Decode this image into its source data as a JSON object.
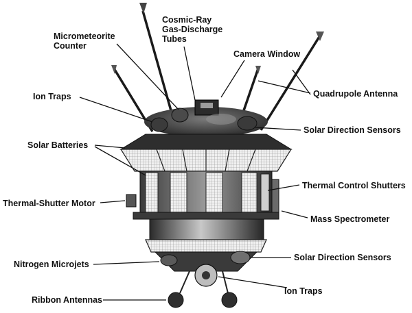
{
  "labels": {
    "cosmic_ray_line1": "Cosmic-Ray",
    "cosmic_ray_line2": "Gas-Discharge",
    "cosmic_ray_line3": "Tubes",
    "micrometeorite_line1": "Micrometeorite",
    "micrometeorite_line2": "Counter",
    "camera_window": "Camera Window",
    "ion_traps_top": "Ion Traps",
    "quadrupole_antenna": "Quadrupole Antenna",
    "solar_direction_sensors_top": "Solar Direction Sensors",
    "solar_batteries": "Solar Batteries",
    "thermal_control_shutters": "Thermal Control Shutters",
    "thermal_shutter_motor": "Thermal-Shutter Motor",
    "mass_spectrometer": "Mass Spectrometer",
    "solar_direction_sensors_bottom": "Solar Direction Sensors",
    "nitrogen_microjets": "Nitrogen Microjets",
    "ion_traps_bottom": "Ion Traps",
    "ribbon_antennas": "Ribbon Antennas"
  },
  "colors": {
    "ink": "#111111",
    "metal_dark": "#2a2a2a",
    "metal_mid": "#6b6b6b",
    "metal_light": "#bdbdbd",
    "panel_light": "#e6e6e6"
  }
}
